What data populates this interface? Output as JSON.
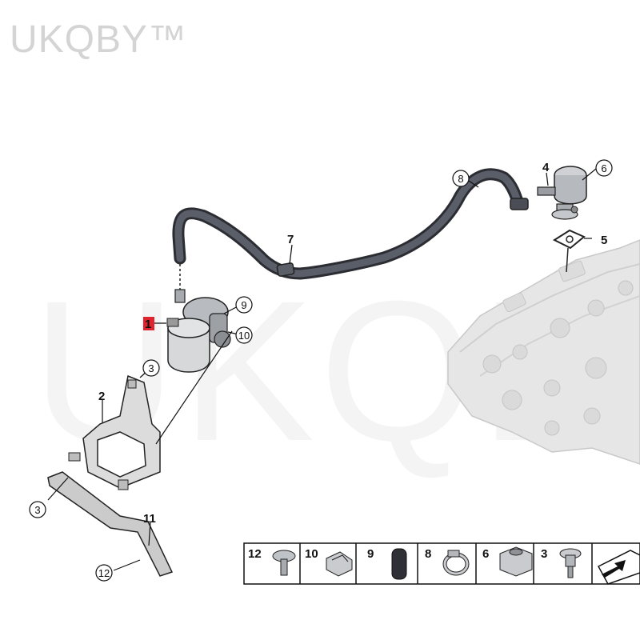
{
  "watermark": {
    "brand": "UKQBY™",
    "large": "UKQBY™"
  },
  "callouts": {
    "pump": "1",
    "bracket": "2",
    "nut_upper": "3",
    "valve": "4",
    "gasket": "5",
    "valve_nut": "6",
    "hose": "7",
    "hose_clamp": "8",
    "grommet": "9",
    "clip": "10",
    "support": "11",
    "screw": "12",
    "nut_lower": "3"
  },
  "legend": [
    {
      "num": "12",
      "icon": "torx-screw-icon"
    },
    {
      "num": "10",
      "icon": "spring-clip-icon"
    },
    {
      "num": "9",
      "icon": "rubber-grommet-icon"
    },
    {
      "num": "8",
      "icon": "hose-clamp-icon"
    },
    {
      "num": "6",
      "icon": "flange-nut-icon"
    },
    {
      "num": "3",
      "icon": "shouldered-bolt-icon"
    },
    {
      "num": "",
      "icon": "arrow-sheet-icon"
    }
  ],
  "colors": {
    "highlight": "#e0242f",
    "line": "#111111",
    "hose": "#4a4d55",
    "engine": "#e3e3e3"
  }
}
